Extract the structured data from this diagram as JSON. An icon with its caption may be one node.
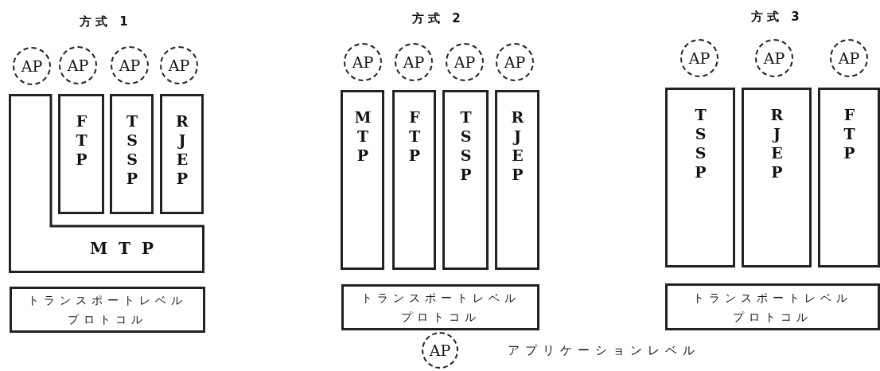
{
  "diagram": {
    "nodes": [
      {
        "text": [
          "AP"
        ]
      },
      {
        "text": [
          "AP"
        ]
      },
      {
        "text": [
          "AP"
        ]
      },
      {
        "text": [
          "AP"
        ]
      },
      {
        "text": [
          "MTP"
        ]
      },
      {
        "text": [
          "FTP"
        ]
      },
      {
        "text": [
          "TSSP"
        ]
      },
      {
        "text": [
          "RJEP"
        ]
      },
      {
        "text": [
          "トランスポートレベルプロトコル"
        ]
      },
      {
        "text": [
          "AP"
        ]
      },
      {
        "text": [
          "AP"
        ]
      },
      {
        "text": [
          "AP"
        ]
      },
      {
        "text": [
          "AP"
        ]
      },
      {
        "text": [
          "MTP"
        ]
      },
      {
        "text": [
          "FTP"
        ]
      },
      {
        "text": [
          "TSSP"
        ]
      },
      {
        "text": [
          "RJEP"
        ]
      },
      {
        "text": [
          "トランスポートレベルプロトコル"
        ]
      },
      {
        "text": [
          "AP"
        ]
      },
      {
        "text": [
          "AP"
        ]
      },
      {
        "text": [
          "AP"
        ]
      },
      {
        "text": [
          "TSSP"
        ]
      },
      {
        "text": [
          "RJEP"
        ]
      },
      {
        "text": [
          "FTP"
        ]
      },
      {
        "text": [
          "トランスポートレベルプロトコル"
        ]
      },
      {
        "text": [
          "AP"
        ]
      }
    ],
    "labels": [
      "方式 1",
      "方式 2",
      "方式 3",
      "アプリケーションレベル"
    ]
  }
}
